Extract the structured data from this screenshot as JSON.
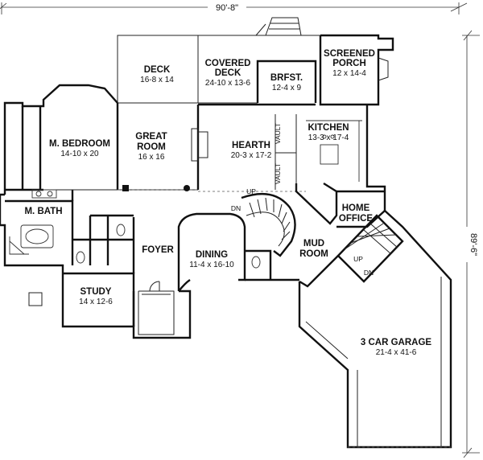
{
  "dimensions": {
    "width": "90'-8\"",
    "depth": "89'-6\""
  },
  "rooms": {
    "deck": {
      "name": "DECK",
      "size": "16-8 x 14"
    },
    "covered_deck": {
      "name_line1": "COVERED",
      "name_line2": "DECK",
      "size": "24-10 x 13-6"
    },
    "brfst": {
      "name": "BRFST.",
      "size": "12-4 x 9"
    },
    "screened_porch": {
      "name_line1": "SCREENED",
      "name_line2": "PORCH",
      "size": "12 x 14-4"
    },
    "m_bedroom": {
      "name": "M. BEDROOM",
      "size": "14-10 x 20"
    },
    "great_room": {
      "name_line1": "GREAT",
      "name_line2": "ROOM",
      "size": "16 x 16"
    },
    "hearth": {
      "name": "HEARTH",
      "size": "20-3 x 17-2"
    },
    "kitchen": {
      "name": "KITCHEN",
      "size": "13-3 x 17-4"
    },
    "m_bath": {
      "name": "M. BATH"
    },
    "home_office": {
      "name_line1": "HOME",
      "name_line2": "OFFICE"
    },
    "foyer": {
      "name": "FOYER"
    },
    "dining": {
      "name": "DINING",
      "size": "11-4 x 16-10"
    },
    "mud_room": {
      "name_line1": "MUD",
      "name_line2": "ROOM"
    },
    "study": {
      "name": "STUDY",
      "size": "14 x 12-6"
    },
    "garage": {
      "name": "3 CAR GARAGE",
      "size": "21-4 x 41-6"
    }
  },
  "notes": {
    "vault": "VAULT",
    "up": "UP",
    "dn": "DN"
  }
}
